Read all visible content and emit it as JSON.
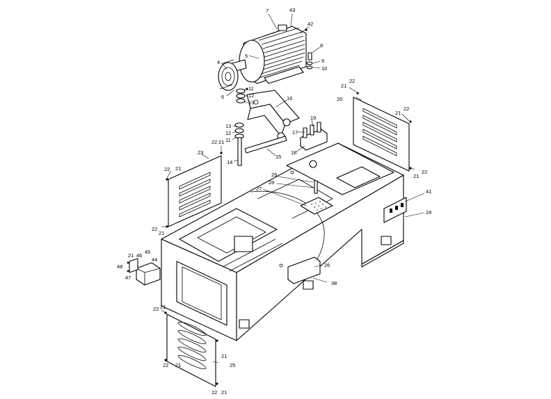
{
  "diagram": {
    "labels": {
      "l7": "7",
      "l43": "43",
      "l42": "42",
      "l5": "5",
      "l4": "4",
      "l6": "6",
      "l8": "8",
      "l9": "9",
      "l10": "10",
      "l11a": "11",
      "l12a": "12",
      "l13a": "13",
      "l16": "16",
      "l13b": "13",
      "l12b": "12",
      "l11b": "11",
      "l19": "19",
      "l17": "17",
      "l18": "18",
      "l15": "15",
      "l14": "14",
      "l22a": "22",
      "l21a": "21",
      "l23": "23",
      "l22b": "22",
      "l21b": "21",
      "l22c": "22",
      "l21c": "21",
      "l22d": "22",
      "l21d": "21",
      "l20": "20",
      "l21e": "21",
      "l22e": "22",
      "l22f": "22",
      "l21f": "21",
      "l29": "29",
      "l28": "28",
      "l27": "27",
      "l41": "41",
      "l24": "24",
      "l21g": "21",
      "l46": "46",
      "l45": "45",
      "l48": "48",
      "l44": "44",
      "l47": "47",
      "l26": "26",
      "l38": "38",
      "l22g": "22",
      "l21h": "21",
      "l21i": "21",
      "l25": "25",
      "l22h": "22",
      "l21j": "21",
      "l22i": "22",
      "l21k": "21"
    }
  }
}
